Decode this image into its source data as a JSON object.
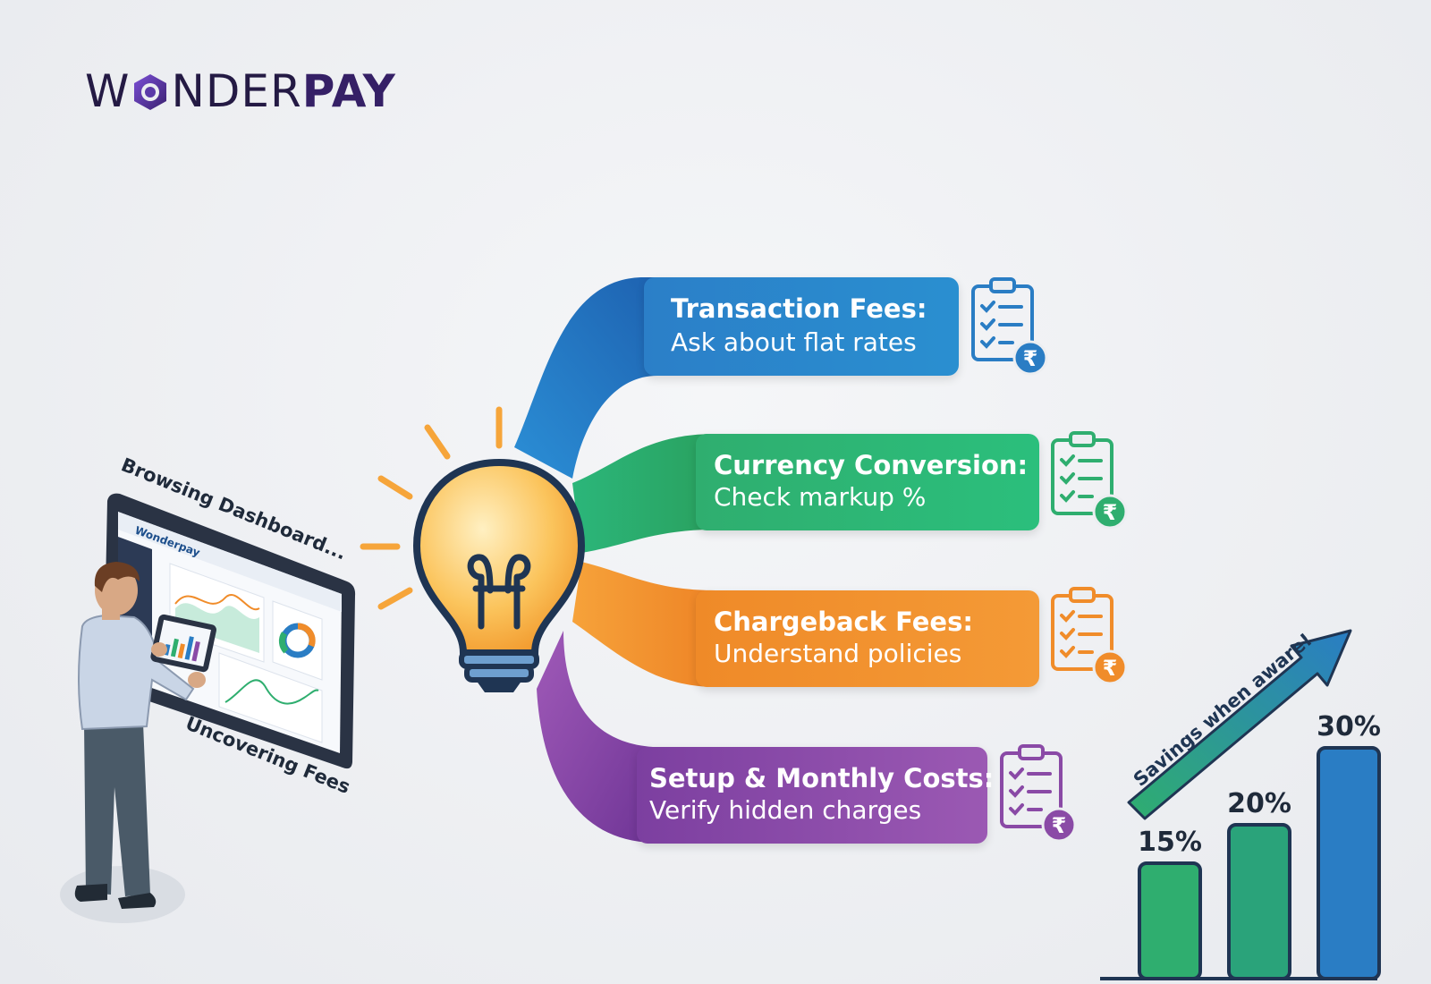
{
  "brand": {
    "name_left": "W",
    "name_mid": "NDER",
    "name_bold": "PAY"
  },
  "colors": {
    "blue": "#2a7dc4",
    "green": "#2fae6f",
    "orange": "#f08c2a",
    "purple": "#8a4aa6",
    "navy": "#1f3553",
    "bulb": "#fbb64a"
  },
  "person": {
    "label_top": "Browsing Dashboard...",
    "label_bottom": "Uncovering Fees",
    "screen_brand": "Wonderpay"
  },
  "branches": [
    {
      "title": "Transaction Fees:",
      "detail": "Ask about flat rates",
      "color": "#2a7dc4",
      "icon": "clipboard-rupee-icon"
    },
    {
      "title": "Currency Conversion:",
      "detail": "Check markup %",
      "color": "#2fae6f",
      "icon": "clipboard-rupee-icon"
    },
    {
      "title": "Chargeback Fees:",
      "detail": "Understand policies",
      "color": "#f08c2a",
      "icon": "clipboard-rupee-icon"
    },
    {
      "title": "Setup & Monthly Costs:",
      "detail": "Verify hidden charges",
      "color": "#8a4aa6",
      "icon": "clipboard-rupee-icon"
    }
  ],
  "savings": {
    "caption": "Savings when aware!",
    "bars": [
      {
        "label": "15%",
        "value": 15
      },
      {
        "label": "20%",
        "value": 20
      },
      {
        "label": "30%",
        "value": 30
      }
    ]
  }
}
